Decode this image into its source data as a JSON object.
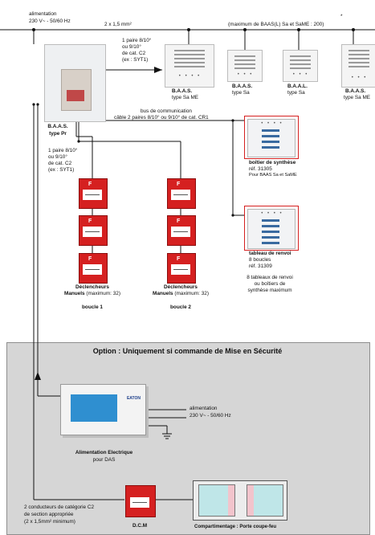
{
  "top": {
    "alimentation_label": "alimentation",
    "alimentation_spec": "230 V~ - 50/60 Hz",
    "cable_label": "2 x 1,5 mm²",
    "max_note": "(maximum de BAAS(L) Sa et SaME : 200)",
    "asterisk": "*"
  },
  "pair_label_top": [
    "1 paire 8/10°",
    "ou 9/10°",
    "de cat. C2",
    "(ex : SYT1)"
  ],
  "units": [
    {
      "name": "B.A.A.S.",
      "type": "type Sa ME"
    },
    {
      "name": "B.A.A.S.",
      "type": "type Sa"
    },
    {
      "name": "B.A.A.L.",
      "type": "type Sa"
    },
    {
      "name": "B.A.A.S.",
      "type": "type Sa ME"
    }
  ],
  "main_unit": {
    "name": "B.A.A.S.",
    "type": "type Pr"
  },
  "bus": {
    "line1": "bus de communication",
    "line2": "câble 2 paires 8/10° ou 9/10° de cat. CR1"
  },
  "pair_label_left": [
    "1 paire 8/10°",
    "ou 9/10°",
    "de cat. C2",
    "(ex : SYT1)"
  ],
  "boitier": {
    "title": "boîtier de synthèse",
    "ref": "réf. 31305",
    "note": "Pour BAAS Sa et SaME"
  },
  "tableau": {
    "title": "tableau de renvoi",
    "l2": "8 boucles",
    "ref": "réf. 31309"
  },
  "max_note2": [
    "8 tableaux de renvoi",
    "ou boîtiers de",
    "synthèse maximum"
  ],
  "alarm_text": "F",
  "decl1": {
    "title": "Déclencheurs",
    "sub1": "Manuels",
    "sub2": "(maximum: 32)",
    "loop": "boucle 1"
  },
  "decl2": {
    "title": "Déclencheurs",
    "sub1": "Manuels",
    "sub2": "(maximum: 32)",
    "loop": "boucle 2"
  },
  "option": {
    "title": "Option : Uniquement si commande de Mise en Sécurité",
    "alim_label": "alimentation",
    "alim_spec": "230 V~ - 50/60 Hz",
    "psu_title": "Alimentation Electrique",
    "psu_sub": "pour DAS",
    "psu_brand": "EATON",
    "cond": [
      "2 conducteurs de catégorie C2",
      "de section appropriée",
      "(2 x 1,5mm² minimum)"
    ],
    "dcm": "D.C.M",
    "comp": "Compartimentage : Porte coupe-feu"
  },
  "colors": {
    "alarm_red": "#d52020",
    "panel_blue": "#3a6aa0",
    "option_bg": "#d6d6d6",
    "wire": "#111111"
  }
}
